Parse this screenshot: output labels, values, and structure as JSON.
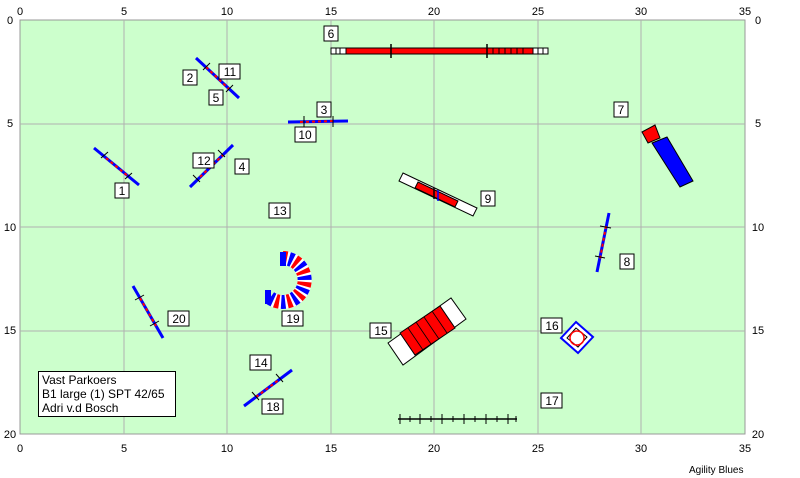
{
  "axis": {
    "x_ticks": [
      "0",
      "5",
      "10",
      "15",
      "20",
      "25",
      "30",
      "35"
    ],
    "y_ticks": [
      "0",
      "5",
      "10",
      "15",
      "20"
    ]
  },
  "obstacle_numbers": [
    "1",
    "2",
    "3",
    "4",
    "5",
    "6",
    "7",
    "8",
    "9",
    "10",
    "11",
    "12",
    "13",
    "14",
    "15",
    "16",
    "17",
    "18",
    "19",
    "20"
  ],
  "info": {
    "line1": "Vast Parkoers",
    "line2": "B1 large (1) SPT 42/65",
    "line3": "Adri v.d Bosch"
  },
  "credit": "Agility Blues",
  "colors": {
    "field": "#ccffcc",
    "grid": "#b0b0b0",
    "red": "#ff0000",
    "blue": "#0000ff",
    "white": "#ffffff"
  }
}
